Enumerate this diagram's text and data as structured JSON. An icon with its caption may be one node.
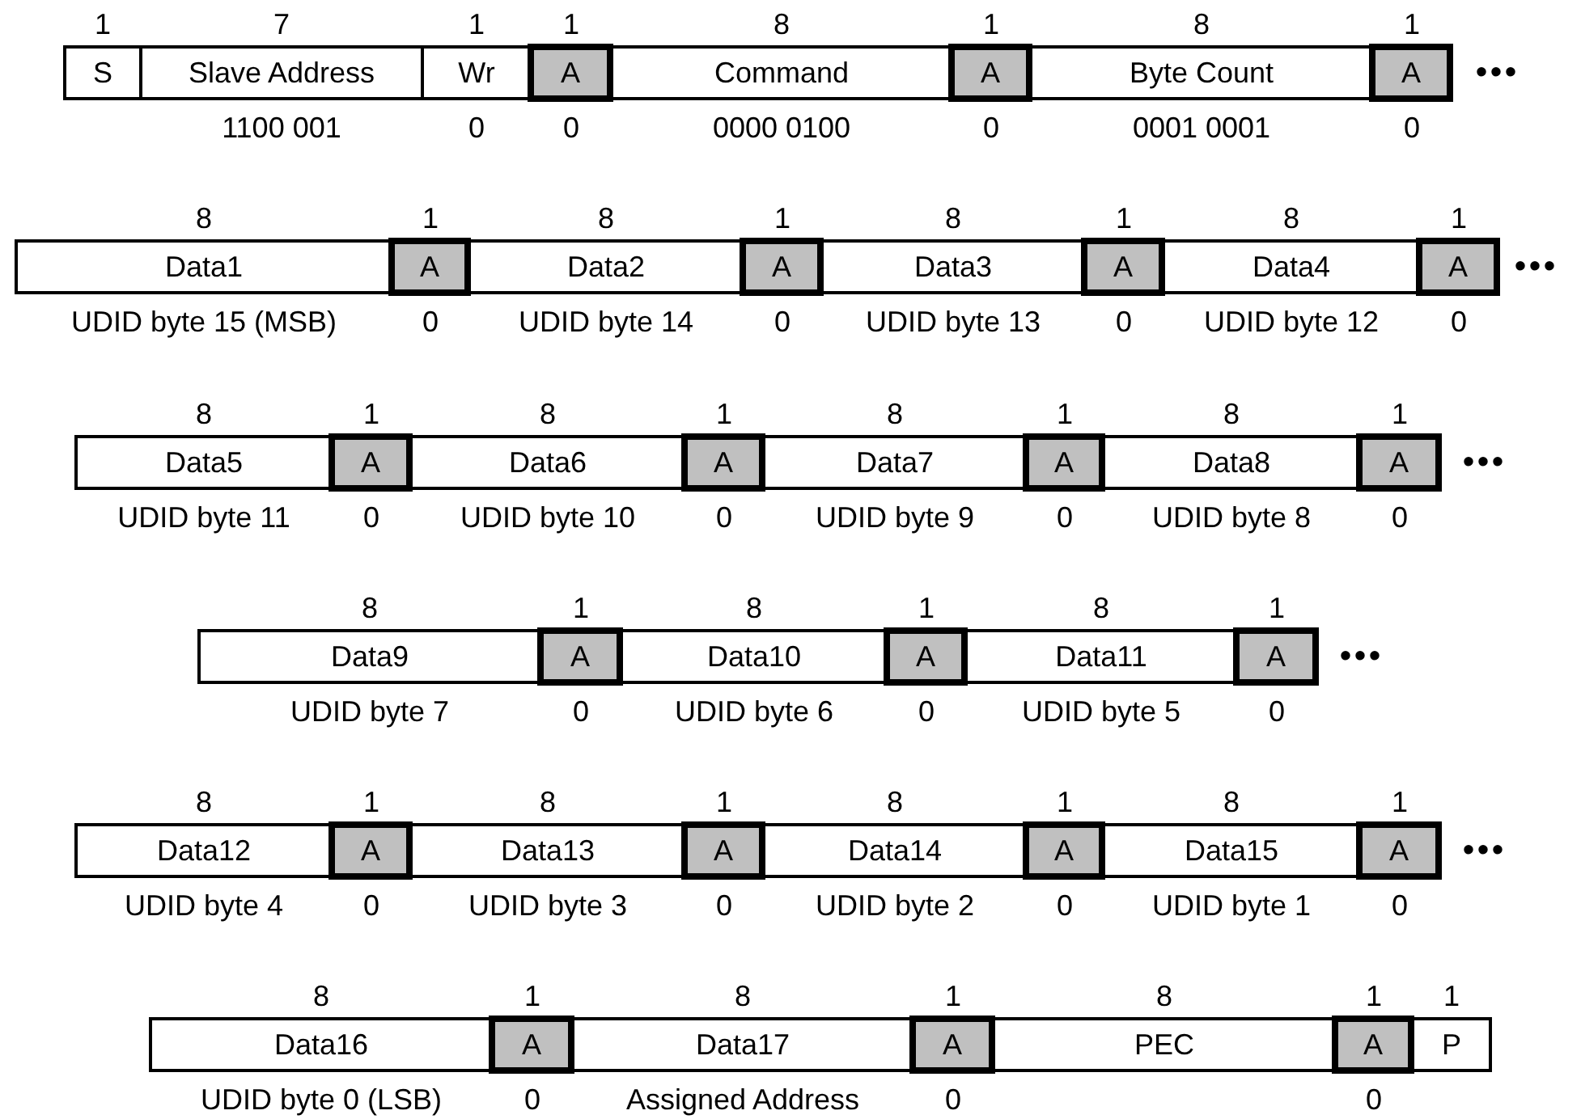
{
  "diagram": {
    "nodes": [
      {
        "text": [
          "S"
        ],
        "beside": [
          "1"
        ]
      },
      {
        "text": [
          "Slave Address"
        ],
        "beside": [
          "7",
          "1100 001"
        ]
      },
      {
        "text": [
          "Wr"
        ],
        "beside": [
          "1",
          "0"
        ]
      },
      {
        "text": [
          "A"
        ],
        "beside": [
          "1",
          "0"
        ]
      },
      {
        "text": [
          "Command"
        ],
        "beside": [
          "8",
          "0000 0100"
        ]
      },
      {
        "text": [
          "A"
        ],
        "beside": [
          "1",
          "0"
        ]
      },
      {
        "text": [
          "Byte Count"
        ],
        "beside": [
          "8",
          "0001 0001"
        ]
      },
      {
        "text": [
          "A"
        ],
        "beside": [
          "1",
          "0"
        ]
      },
      {
        "text": [
          "Data1"
        ],
        "beside": [
          "8",
          "UDID byte 15 (MSB)"
        ]
      },
      {
        "text": [
          "A"
        ],
        "beside": [
          "1",
          "0"
        ]
      },
      {
        "text": [
          "Data2"
        ],
        "beside": [
          "8",
          "UDID byte 14"
        ]
      },
      {
        "text": [
          "A"
        ],
        "beside": [
          "1",
          "0"
        ]
      },
      {
        "text": [
          "Data3"
        ],
        "beside": [
          "8",
          "UDID byte 13"
        ]
      },
      {
        "text": [
          "A"
        ],
        "beside": [
          "1",
          "0"
        ]
      },
      {
        "text": [
          "Data4"
        ],
        "beside": [
          "8",
          "UDID byte 12"
        ]
      },
      {
        "text": [
          "A"
        ],
        "beside": [
          "1",
          "0"
        ]
      },
      {
        "text": [
          "Data5"
        ],
        "beside": [
          "8",
          "UDID byte 11"
        ]
      },
      {
        "text": [
          "A"
        ],
        "beside": [
          "1",
          "0"
        ]
      },
      {
        "text": [
          "Data6"
        ],
        "beside": [
          "8",
          "UDID byte 10"
        ]
      },
      {
        "text": [
          "A"
        ],
        "beside": [
          "1",
          "0"
        ]
      },
      {
        "text": [
          "Data7"
        ],
        "beside": [
          "8",
          "UDID byte 9"
        ]
      },
      {
        "text": [
          "A"
        ],
        "beside": [
          "1",
          "0"
        ]
      },
      {
        "text": [
          "Data8"
        ],
        "beside": [
          "8",
          "UDID byte 8"
        ]
      },
      {
        "text": [
          "A"
        ],
        "beside": [
          "1",
          "0"
        ]
      },
      {
        "text": [
          "Data9"
        ],
        "beside": [
          "8",
          "UDID byte 7"
        ]
      },
      {
        "text": [
          "A"
        ],
        "beside": [
          "1",
          "0"
        ]
      },
      {
        "text": [
          "Data10"
        ],
        "beside": [
          "8",
          "UDID byte 6"
        ]
      },
      {
        "text": [
          "A"
        ],
        "beside": [
          "1",
          "0"
        ]
      },
      {
        "text": [
          "Data11"
        ],
        "beside": [
          "8",
          "UDID byte 5"
        ]
      },
      {
        "text": [
          "A"
        ],
        "beside": [
          "1",
          "0"
        ]
      },
      {
        "text": [
          "Data12"
        ],
        "beside": [
          "8",
          "UDID byte 4"
        ]
      },
      {
        "text": [
          "A"
        ],
        "beside": [
          "1",
          "0"
        ]
      },
      {
        "text": [
          "Data13"
        ],
        "beside": [
          "8",
          "UDID byte 3"
        ]
      },
      {
        "text": [
          "A"
        ],
        "beside": [
          "1",
          "0"
        ]
      },
      {
        "text": [
          "Data14"
        ],
        "beside": [
          "8",
          "UDID byte 2"
        ]
      },
      {
        "text": [
          "A"
        ],
        "beside": [
          "1",
          "0"
        ]
      },
      {
        "text": [
          "Data15"
        ],
        "beside": [
          "8",
          "UDID byte 1"
        ]
      },
      {
        "text": [
          "A"
        ],
        "beside": [
          "1",
          "0"
        ]
      },
      {
        "text": [
          "Data16"
        ],
        "beside": [
          "8",
          "UDID byte 0 (LSB)"
        ]
      },
      {
        "text": [
          "A"
        ],
        "beside": [
          "1",
          "0"
        ]
      },
      {
        "text": [
          "Data17"
        ],
        "beside": [
          "8",
          "Assigned Address"
        ]
      },
      {
        "text": [
          "A"
        ],
        "beside": [
          "1",
          "0"
        ]
      },
      {
        "text": [
          "PEC"
        ],
        "beside": [
          "8"
        ]
      },
      {
        "text": [
          "A"
        ],
        "beside": [
          "1",
          "0"
        ]
      },
      {
        "text": [
          "P"
        ],
        "beside": [
          "1"
        ]
      }
    ],
    "labels": [
      "•••",
      "•••",
      "•••",
      "•••",
      "•••"
    ]
  }
}
